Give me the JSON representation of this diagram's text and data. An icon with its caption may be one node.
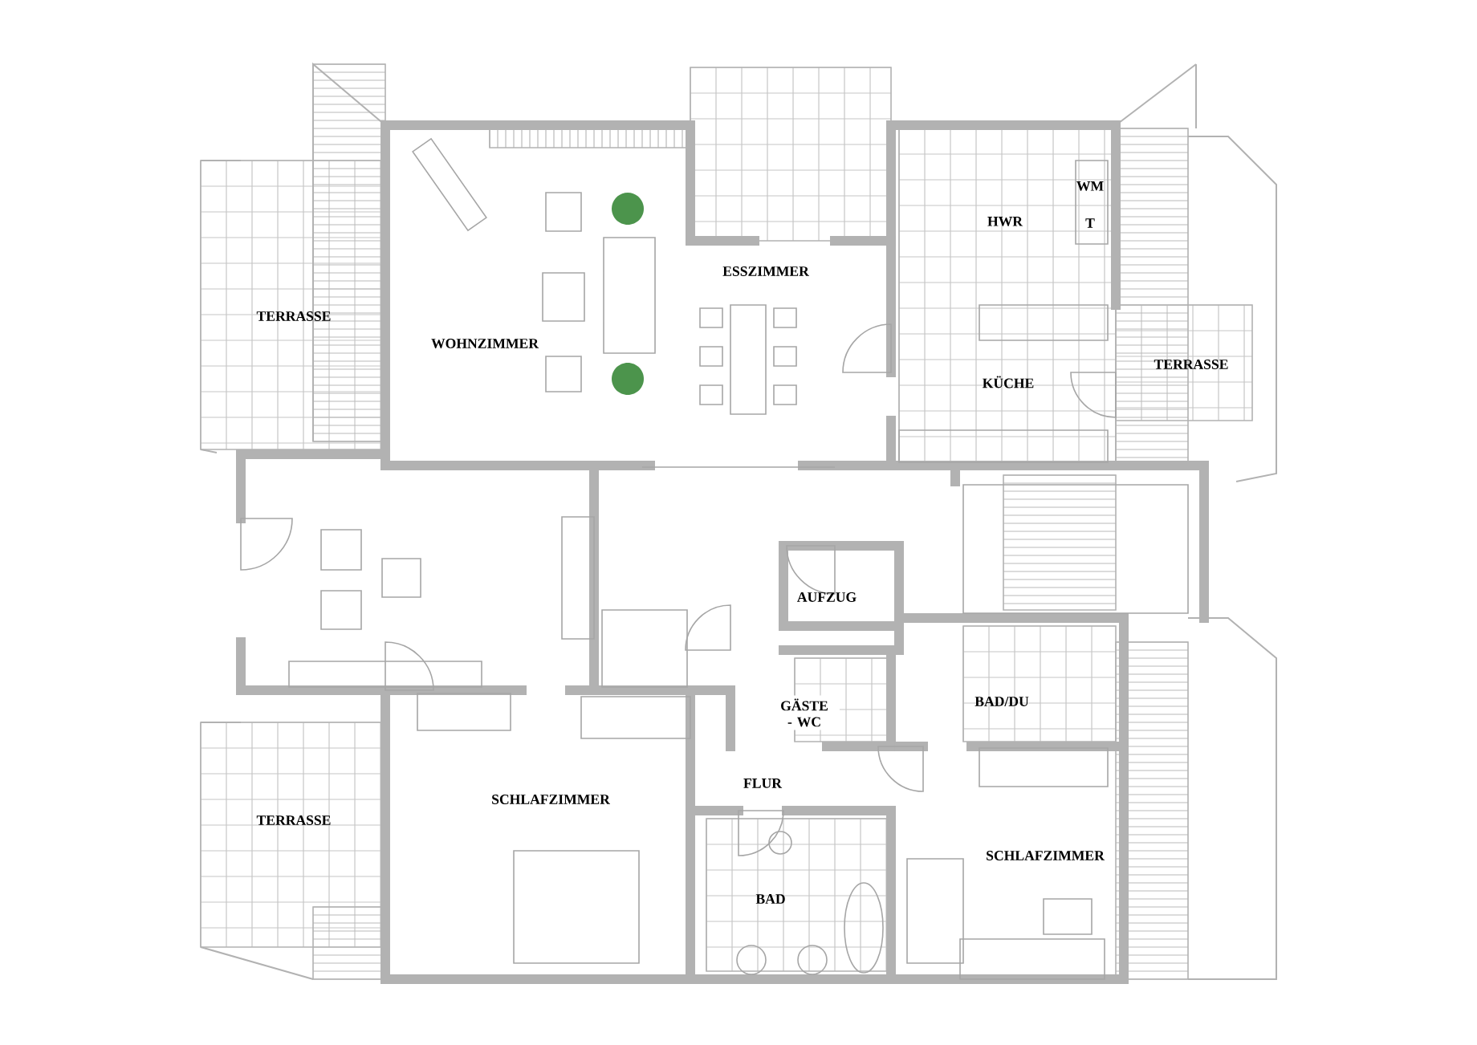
{
  "diagram": {
    "labels": [
      "HWR",
      "WM",
      "T",
      "ESSZIMMER",
      "TERRASSE",
      "WOHNZIMMER",
      "KÜCHE",
      "TERRASSE",
      "AUFZUG",
      "BAD/DU",
      "GÄSTE - WC",
      "FLUR",
      "SCHLAFZIMMER",
      "TERRASSE",
      "SCHLAFZIMMER",
      "BAD"
    ]
  }
}
